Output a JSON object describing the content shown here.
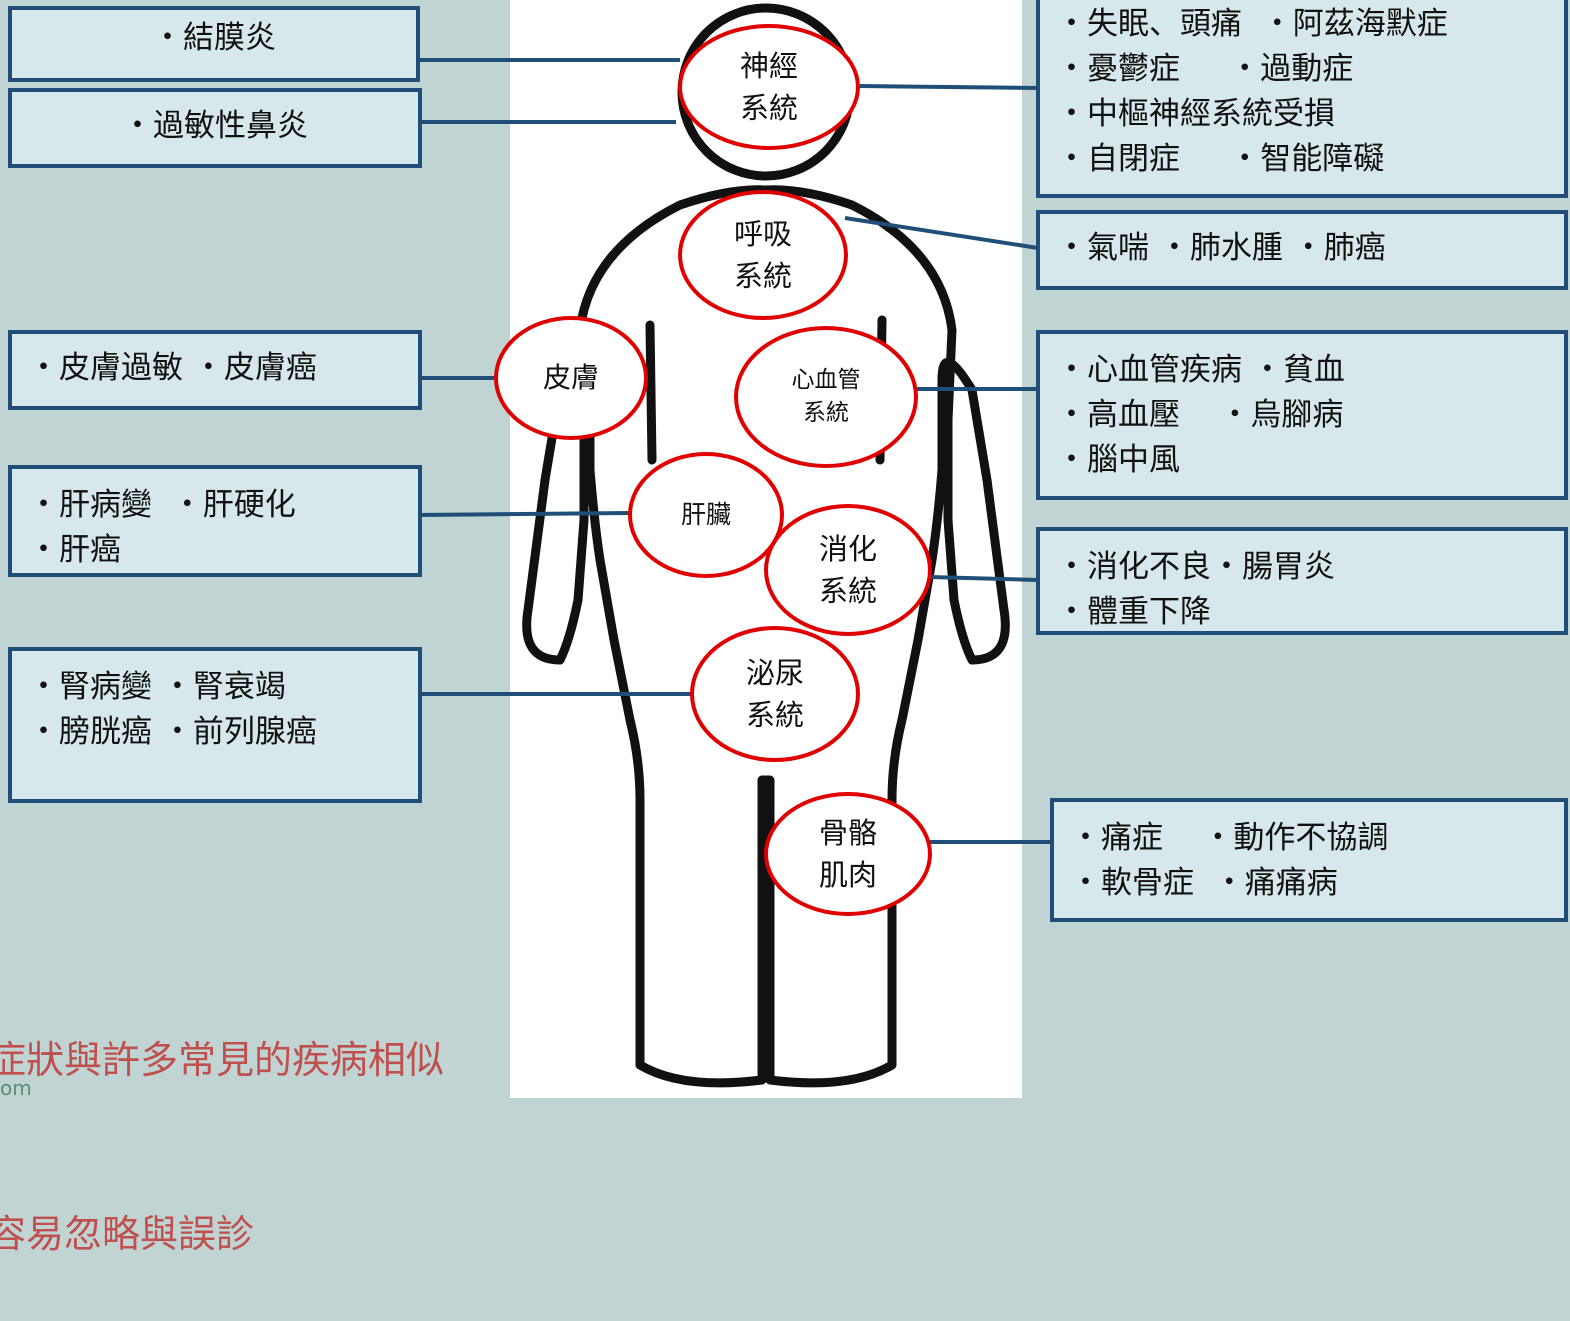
{
  "left_boxes": {
    "conjunctivitis": [
      "・結膜炎"
    ],
    "rhinitis": [
      "・過敏性鼻炎"
    ],
    "skin": [
      "・皮膚過敏 ・皮膚癌"
    ],
    "liver": [
      "・肝病變  ・肝硬化",
      "・肝癌"
    ],
    "kidney": [
      "・腎病變 ・腎衰竭",
      "・膀胱癌 ・前列腺癌"
    ]
  },
  "right_boxes": {
    "nervous": [
      "・失眠、頭痛  ・阿茲海默症",
      "・憂鬱症     ・過動症",
      "・中樞神經系統受損",
      "・自閉症     ・智能障礙"
    ],
    "respiratory": [
      "・氣喘 ・肺水腫 ・肺癌"
    ],
    "cardio": [
      "・心血管疾病 ・貧血",
      "・高血壓    ・烏腳病",
      "・腦中風"
    ],
    "digestive": [
      "・消化不良・腸胃炎",
      "・體重下降"
    ],
    "musculo": [
      "・痛症    ・動作不協調",
      "・軟骨症  ・痛痛病"
    ]
  },
  "organs": {
    "nervous": [
      "神經",
      "系統"
    ],
    "respiratory": [
      "呼吸",
      "系統"
    ],
    "skin": [
      "皮膚"
    ],
    "cardio": [
      "心血管",
      "系統"
    ],
    "liver": [
      "肝臟"
    ],
    "digestive": [
      "消化",
      "系統"
    ],
    "urinary": [
      "泌尿",
      "系統"
    ],
    "musculo": [
      "骨骼",
      "肌肉"
    ]
  },
  "caption": [
    "症狀與許多常見的疾病相似",
    "容易忽略與誤診"
  ],
  "watermark": "om",
  "colors": {
    "box_border": "#1f4e79",
    "box_fill": "#d7e8ec",
    "organ_border": "#e00000",
    "caption": "#c0504d",
    "background": "#bfd4d3"
  }
}
